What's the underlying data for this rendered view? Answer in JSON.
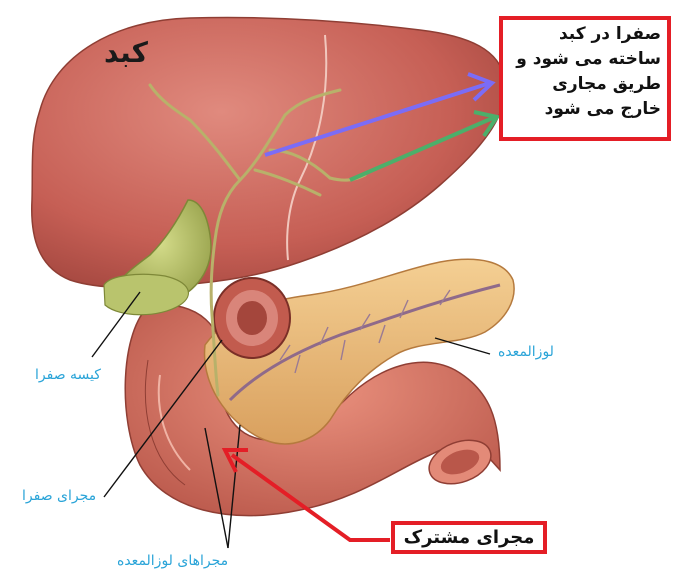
{
  "labels": {
    "liver": "کبد",
    "note_lines": [
      "صفرا در کبد",
      "ساخته می شود و",
      "طریق مجاری",
      "خارج می شود"
    ],
    "pancreas": "لوزالمعده",
    "gallbladder": "کیسه صفرا",
    "bile_duct": "مجرای صفرا",
    "pancreatic_ducts": "مجراهای لوزالمعده",
    "common_duct": "مجرای مشترک"
  },
  "colors": {
    "label_blue": "#2aa4d8",
    "box_red": "#e41e26",
    "arrow_purple": "#7b6cf6",
    "arrow_green": "#4caf6a",
    "liver": "#c9675e",
    "gallbladder": "#b8c46a",
    "pancreas": "#e9b779",
    "duodenum": "#d9725f"
  }
}
